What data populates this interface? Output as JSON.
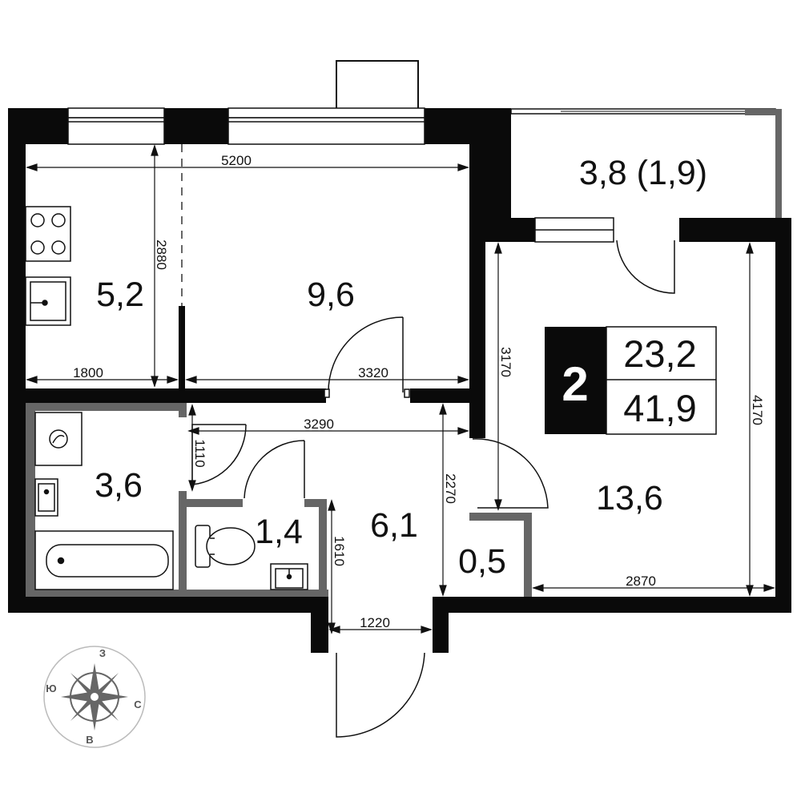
{
  "rooms": {
    "kitchen": "5,2",
    "living": "9,6",
    "balcony": "3,8 (1,9)",
    "bedroom": "13,6",
    "bathroom": "3,6",
    "toilet": "1,4",
    "hall": "6,1",
    "closet": "0,5"
  },
  "dimensions": {
    "total_width": "5200",
    "kitchen_height": "2880",
    "kitchen_width": "1800",
    "living_width": "3320",
    "corridor_width": "3290",
    "bath_door": "1110",
    "bedroom_left_height": "3170",
    "hall_height": "2270",
    "bedroom_right_height": "4170",
    "entrance_depth": "1610",
    "bedroom_width": "2870",
    "entrance_width": "1220"
  },
  "badge": {
    "rooms_count": "2",
    "living_area": "23,2",
    "total_area": "41,9"
  },
  "compass": {
    "north": "З",
    "east": "С",
    "south": "В",
    "west": "Ю"
  }
}
